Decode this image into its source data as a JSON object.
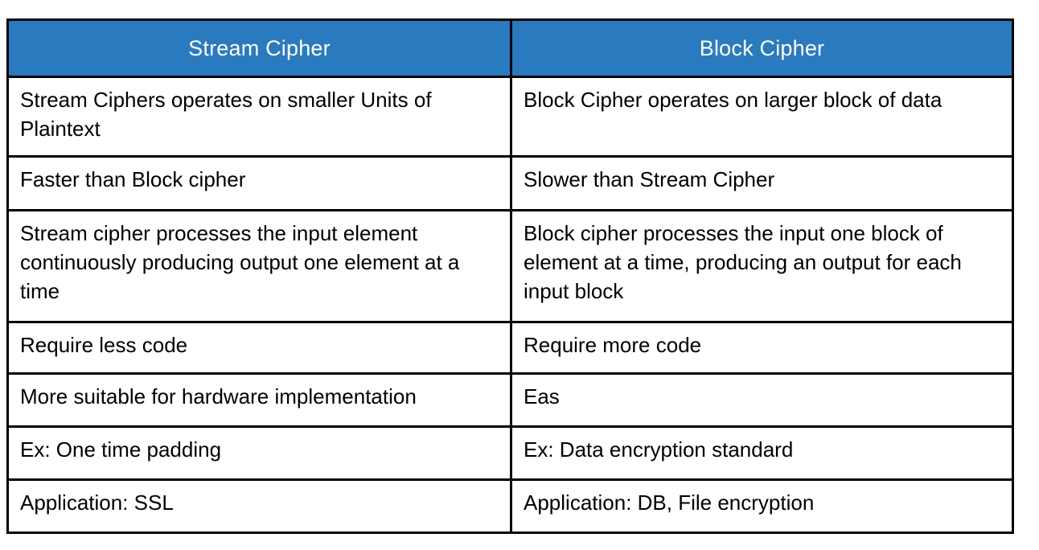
{
  "table": {
    "headers": [
      {
        "label": "Stream Cipher"
      },
      {
        "label": "Block Cipher"
      }
    ],
    "rows": [
      {
        "left": "Stream Ciphers operates on smaller Units of Plaintext",
        "right": "Block Cipher operates on larger block of data"
      },
      {
        "left": "Faster than Block cipher",
        "right": "Slower than Stream Cipher"
      },
      {
        "left": "Stream cipher processes the input element continuously producing output one element at a time",
        "right": "Block cipher processes the input one block of element at a time, producing an output for each input block"
      },
      {
        "left": "Require less code",
        "right": "Require more code"
      },
      {
        "left": "More suitable for hardware implementation",
        "right": "Eas"
      },
      {
        "left": "Ex: One time padding",
        "right": "Ex: Data encryption standard"
      },
      {
        "left": "Application: SSL",
        "right": "Application: DB, File encryption"
      }
    ]
  },
  "colors": {
    "header_background": "#2a7ac0",
    "header_text": "#ffffff",
    "body_text": "#000000",
    "border": "#000000",
    "page_background": "#ffffff"
  }
}
